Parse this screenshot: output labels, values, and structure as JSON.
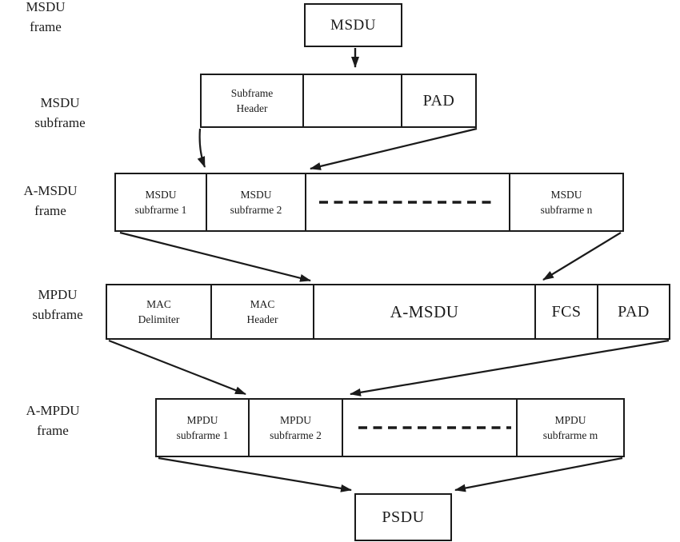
{
  "figure": {
    "title_semantics": "802.11n frame aggregation diagram",
    "colors": {
      "background": "#ffffff",
      "line": "#1a1a1a",
      "text": "#1b1b1b"
    },
    "row_labels": [
      {
        "lines": [
          "MSDU",
          "frame"
        ]
      },
      {
        "lines": [
          "MSDU",
          "subframe"
        ]
      },
      {
        "lines": [
          "A-MSDU",
          "frame"
        ]
      },
      {
        "lines": [
          "MPDU",
          "subframe"
        ]
      },
      {
        "lines": [
          "A-MPDU",
          "frame"
        ]
      }
    ],
    "msdu_box_label": "MSDU",
    "msdu_subframe_row": {
      "cells": [
        {
          "lines": [
            "Subframe",
            "Header"
          ]
        },
        {
          "lines": [
            "",
            ""
          ]
        },
        {
          "label": "PAD"
        }
      ]
    },
    "amsdu_frame_row": {
      "cells": [
        {
          "lines": [
            "MSDU",
            "subfrarme 1"
          ]
        },
        {
          "lines": [
            "MSDU",
            "subfrarme 2"
          ]
        },
        {
          "ellipsis": "dashed"
        },
        {
          "lines": [
            "MSDU",
            "subfrarme n"
          ]
        }
      ]
    },
    "mpdu_subframe_row": {
      "cells": [
        {
          "lines": [
            "MAC",
            "Delimiter"
          ]
        },
        {
          "lines": [
            "MAC",
            "Header"
          ]
        },
        {
          "label": "A-MSDU"
        },
        {
          "label": "FCS"
        },
        {
          "label": "PAD"
        }
      ]
    },
    "ampdu_frame_row": {
      "cells": [
        {
          "lines": [
            "MPDU",
            "subfrarme 1"
          ]
        },
        {
          "lines": [
            "MPDU",
            "subfrarme 2"
          ]
        },
        {
          "ellipsis": "dashed"
        },
        {
          "lines": [
            "MPDU",
            "subfrarme m"
          ]
        }
      ]
    },
    "psdu_box_label": "PSDU"
  }
}
